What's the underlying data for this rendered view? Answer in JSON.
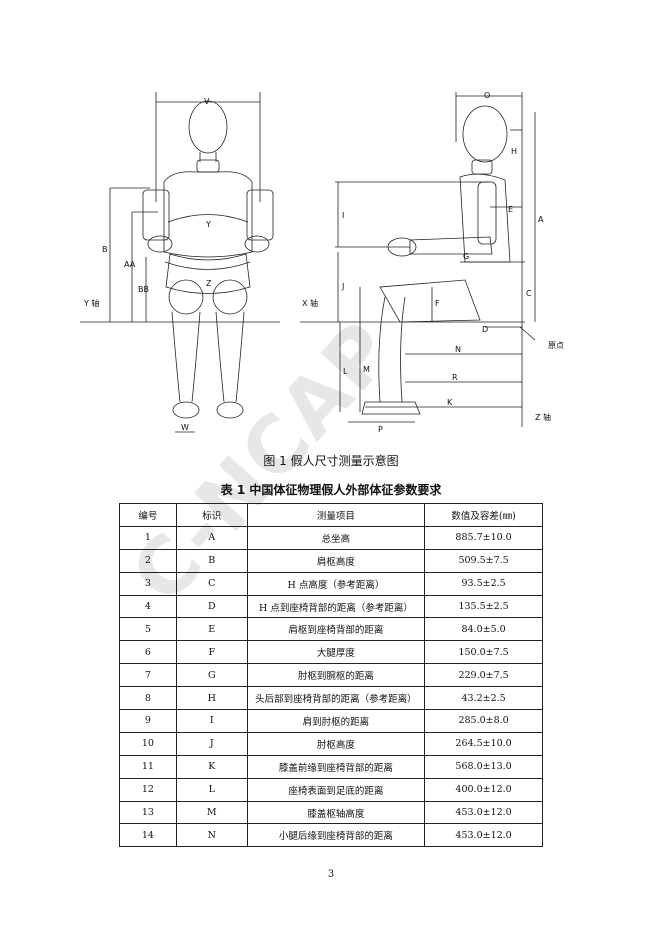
{
  "figure": {
    "caption": "图 1   假人尺寸测量示意图",
    "labels": {
      "v": "V",
      "y": "Y",
      "z": "Z",
      "b": "B",
      "aa": "AA",
      "bb": "BB",
      "w": "W",
      "y_axis": "Y 轴",
      "o": "O",
      "h": "H",
      "a": "A",
      "i": "I",
      "e": "E",
      "g": "G",
      "j": "J",
      "f": "F",
      "c": "C",
      "d": "D",
      "x_axis": "X 轴",
      "origin": "原点",
      "n": "N",
      "m": "M",
      "l": "L",
      "r": "R",
      "k": "K",
      "p": "P",
      "z_axis": "Z 轴"
    }
  },
  "table": {
    "title": "表 1   中国体征物理假人外部体征参数要求",
    "headers": [
      "编号",
      "标识",
      "测量项目",
      "数值及容差(㎜)"
    ],
    "rows": [
      [
        "1",
        "A",
        "总坐高",
        "885.7±10.0"
      ],
      [
        "2",
        "B",
        "肩枢高度",
        "509.5±7.5"
      ],
      [
        "3",
        "C",
        "H 点高度（参考距离）",
        "93.5±2.5"
      ],
      [
        "4",
        "D",
        "H 点到座椅背部的距离（参考距离）",
        "135.5±2.5"
      ],
      [
        "5",
        "E",
        "肩枢到座椅背部的距离",
        "84.0±5.0"
      ],
      [
        "6",
        "F",
        "大腿厚度",
        "150.0±7.5"
      ],
      [
        "7",
        "G",
        "肘枢到腕枢的距离",
        "229.0±7.5"
      ],
      [
        "8",
        "H",
        "头后部到座椅背部的距离（参考距离）",
        "43.2±2.5"
      ],
      [
        "9",
        "I",
        "肩到肘枢的距离",
        "285.0±8.0"
      ],
      [
        "10",
        "J",
        "肘枢高度",
        "264.5±10.0"
      ],
      [
        "11",
        "K",
        "膝盖前缘到座椅背部的距离",
        "568.0±13.0"
      ],
      [
        "12",
        "L",
        "座椅表面到足底的距离",
        "400.0±12.0"
      ],
      [
        "13",
        "M",
        "膝盖枢轴高度",
        "453.0±12.0"
      ],
      [
        "14",
        "N",
        "小腿后缘到座椅背部的距离",
        "453.0±12.0"
      ]
    ]
  },
  "watermark": "C-NCAP",
  "page_number": "3"
}
